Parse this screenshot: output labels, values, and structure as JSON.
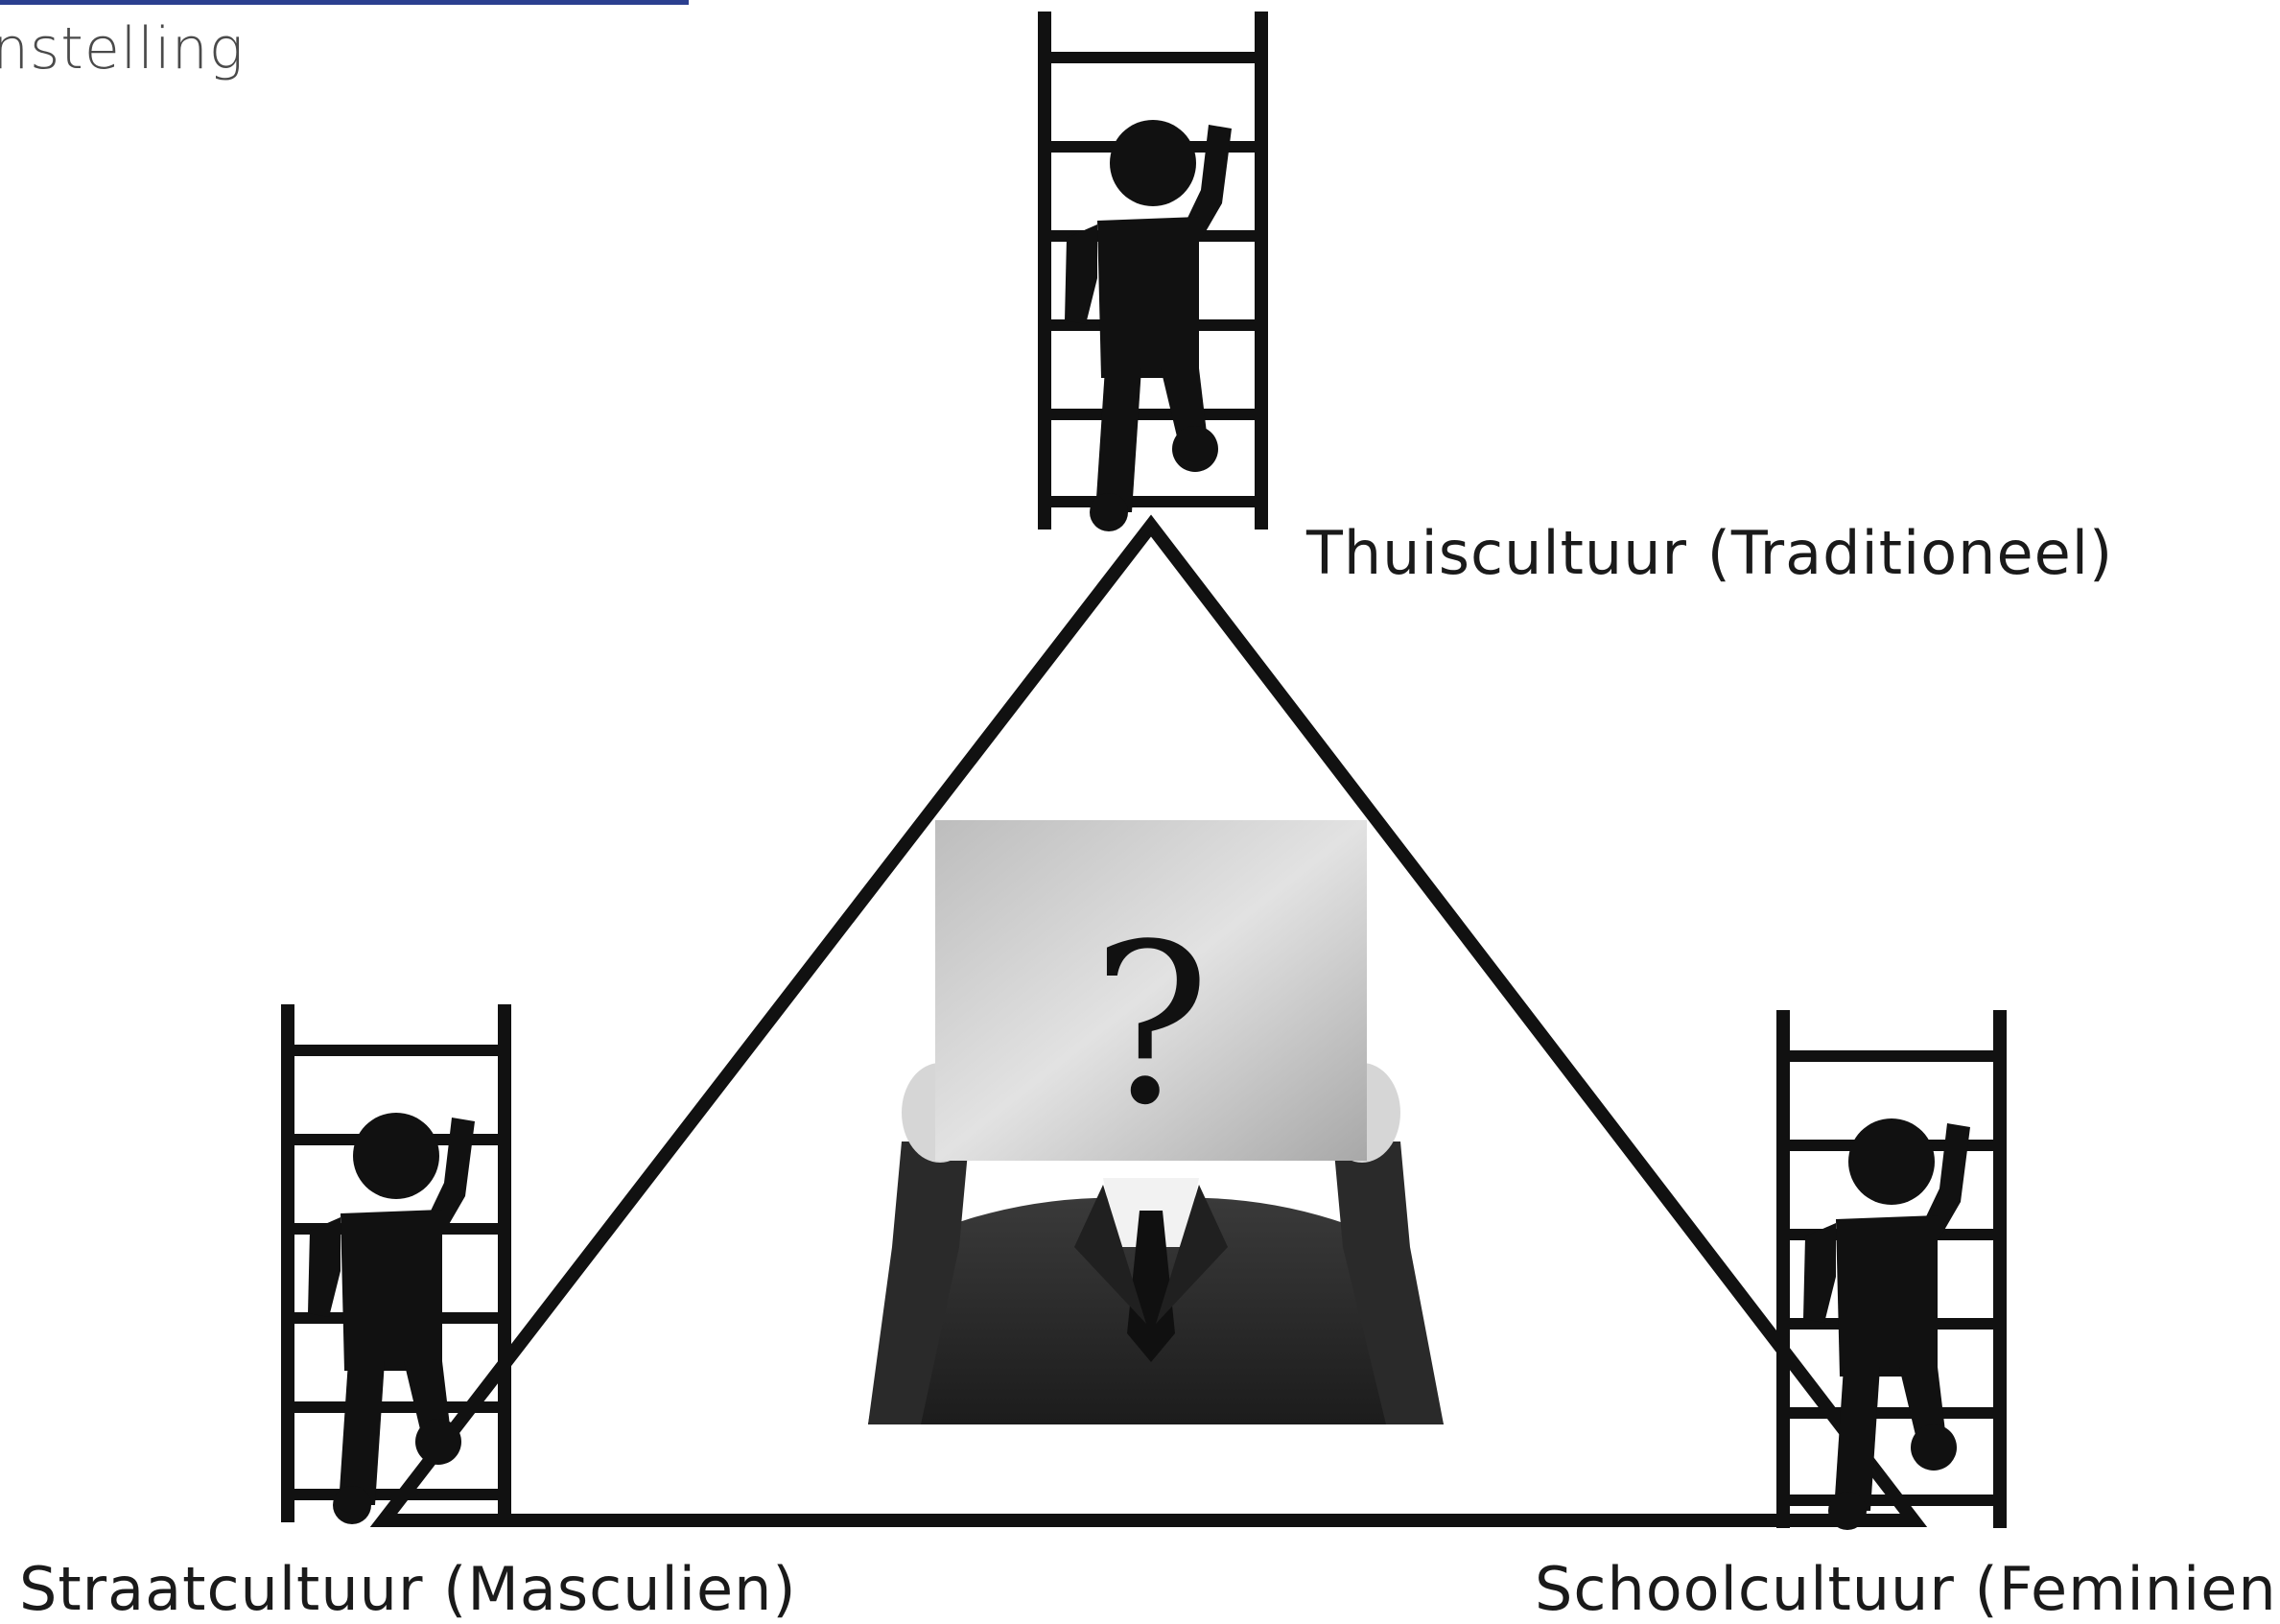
{
  "header": {
    "partial_title": "nstelling"
  },
  "diagram": {
    "top_label": "Thuiscultuur (Traditioneel)",
    "left_label": "Straatcultuur (Masculien)",
    "right_label": "Schoolcultuur (Feminien)",
    "center_sign_symbol": "?"
  },
  "colors": {
    "accent_line": "#2b3f8f",
    "ink": "#111111"
  }
}
